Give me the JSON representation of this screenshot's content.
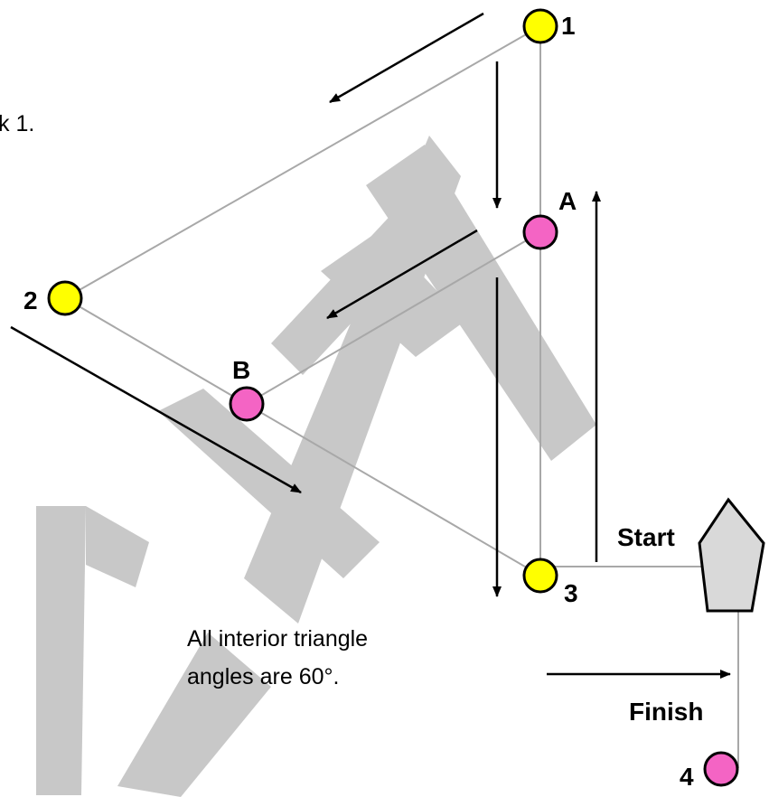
{
  "watermark": "DRAFT",
  "partial_text": "k 1.",
  "marks": [
    {
      "id": "1",
      "label": "1",
      "color": "#ffff00"
    },
    {
      "id": "2",
      "label": "2",
      "color": "#ffff00"
    },
    {
      "id": "3",
      "label": "3",
      "color": "#ffff00"
    },
    {
      "id": "A",
      "label": "A",
      "color": "#f464c4"
    },
    {
      "id": "B",
      "label": "B",
      "color": "#f464c4"
    },
    {
      "id": "4",
      "label": "4",
      "color": "#f464c4"
    }
  ],
  "start_label": "Start",
  "finish_label": "Finish",
  "note_lines": [
    "All interior triangle",
    "angles are 60°."
  ],
  "colors": {
    "course_line": "#a8a8a8",
    "watermark": "#c8c8c8",
    "committee_boat": "#d9d9d9"
  }
}
